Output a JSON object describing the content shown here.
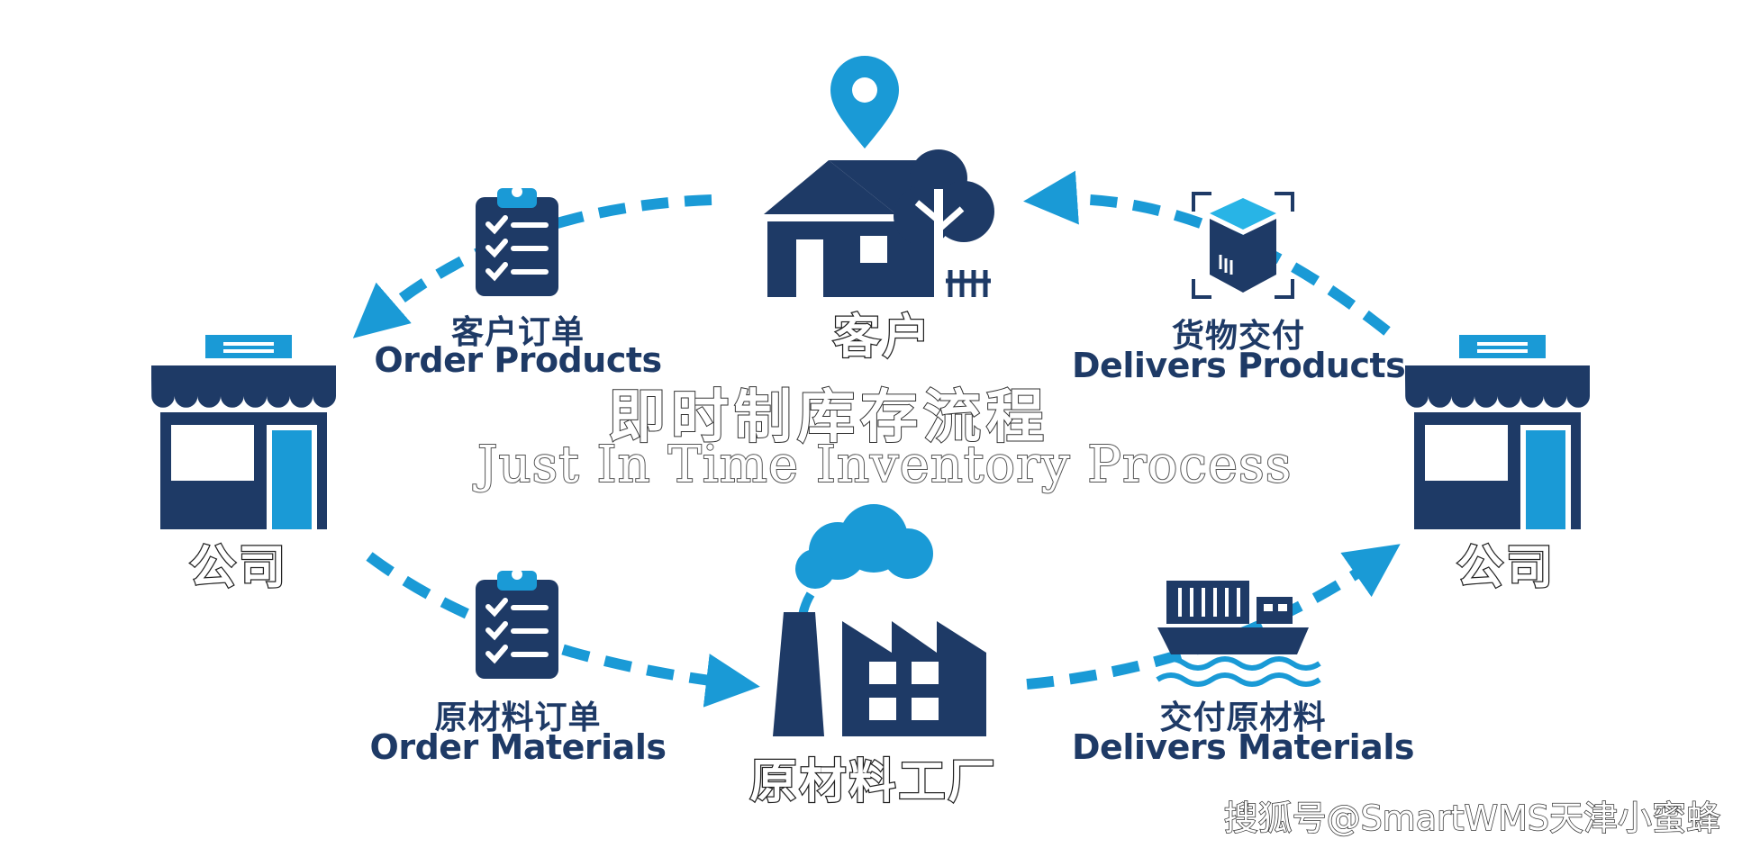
{
  "title": {
    "cn": "即时制库存流程",
    "en": "Just In Time Inventory Process"
  },
  "nodes": {
    "customer": "客户",
    "company_left": "公司",
    "company_right": "公司",
    "factory": "原材料工厂"
  },
  "steps": {
    "order_products": {
      "cn": "客户订单",
      "en": "Order Products",
      "icon": "clipboard-checklist-icon"
    },
    "delivers_products": {
      "cn": "货物交付",
      "en": "Delivers Products",
      "icon": "package-box-icon"
    },
    "order_materials": {
      "cn": "原材料订单",
      "en": "Order Materials",
      "icon": "clipboard-checklist-icon"
    },
    "delivers_materials": {
      "cn": "交付原材料",
      "en": "Delivers Materials",
      "icon": "cargo-ship-icon"
    }
  },
  "watermark": "搜狐号@SmartWMS天津小蜜蜂",
  "colors": {
    "navy": "#1e3a66",
    "accent": "#1a9ad6"
  }
}
